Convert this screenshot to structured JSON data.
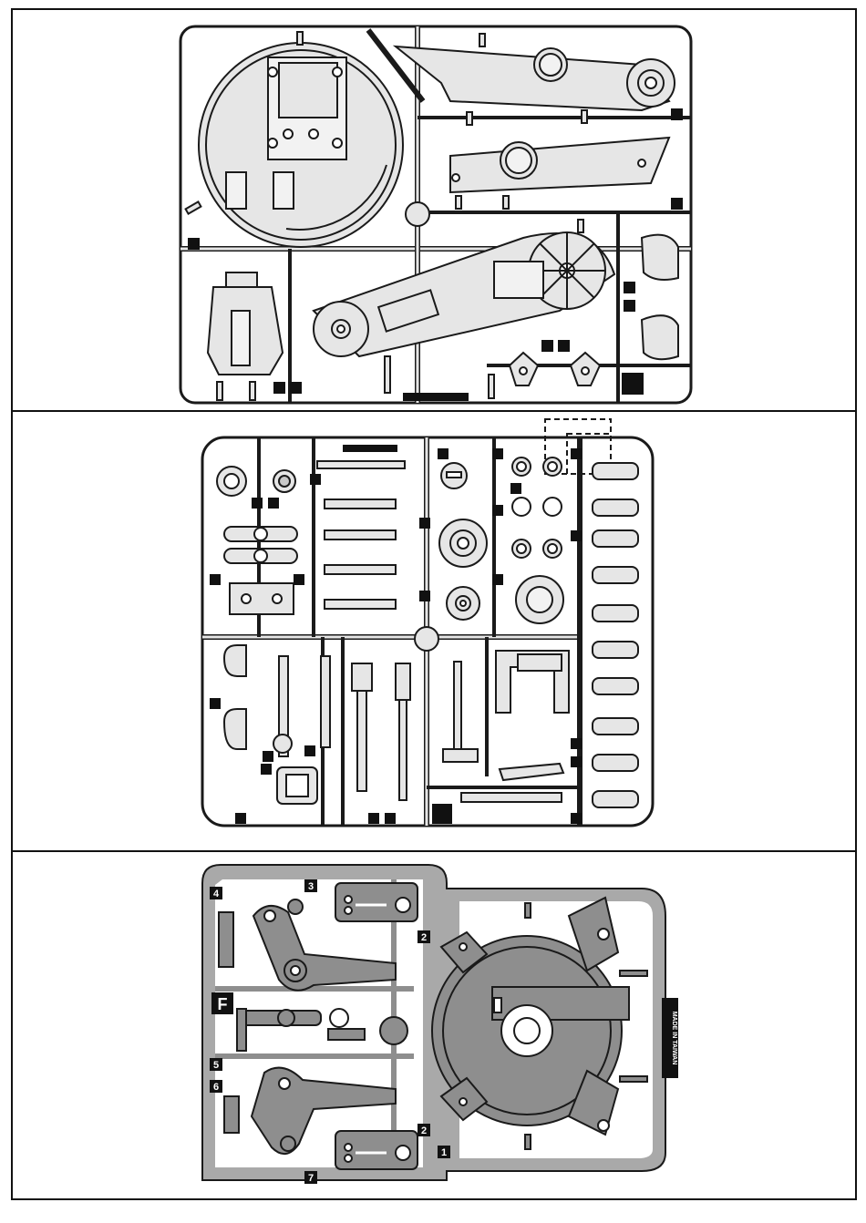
{
  "colors": {
    "outline": "#1a1a1a",
    "light_part": "#e6e6e6",
    "mid_part": "#c8c8c8",
    "dark_part": "#8e8e8e",
    "gate": "#111111",
    "frame_gray": "#a9a9a9"
  },
  "panel_c": {
    "sprue_letter": "F",
    "stamp_text": "MADE IN TAIWAN",
    "part_numbers": {
      "n1": "1",
      "n2a": "2",
      "n2b": "2",
      "n3": "3",
      "n4": "4",
      "n5": "5",
      "n6": "6",
      "n7": "7"
    }
  }
}
